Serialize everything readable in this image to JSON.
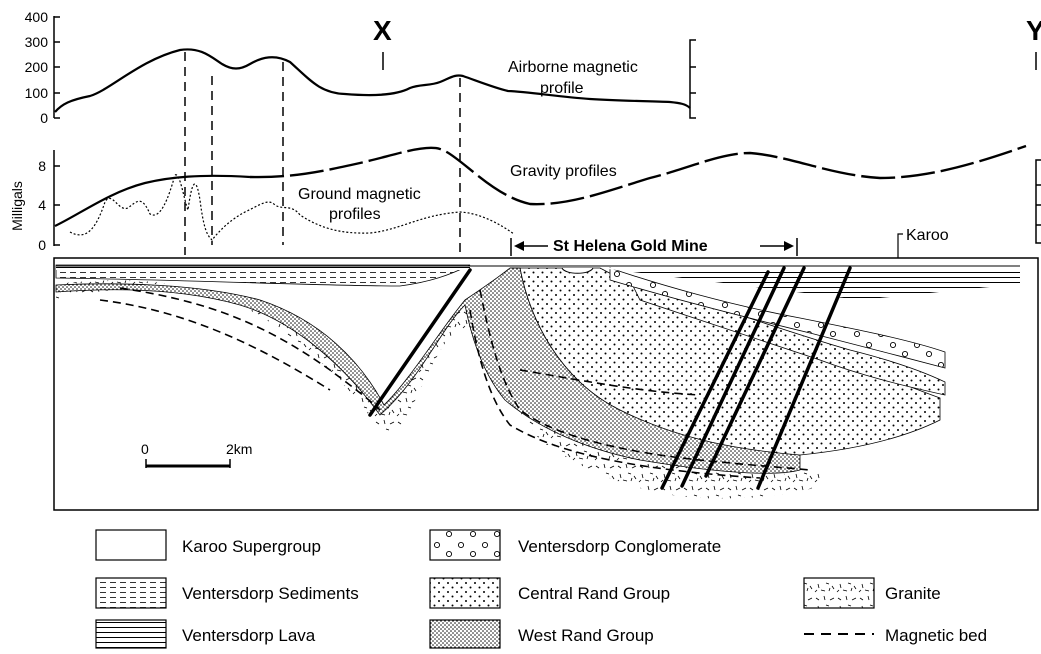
{
  "markers": {
    "x": "X",
    "y": "Y"
  },
  "magnetic_axis": {
    "ticks": [
      "400",
      "300",
      "200",
      "100",
      "0"
    ]
  },
  "gravity_axis": {
    "title": "Milligals",
    "ticks": [
      "8",
      "4",
      "0"
    ]
  },
  "labels": {
    "airborne_line1": "Airborne magnetic",
    "airborne_line2": "profile",
    "gravity": "Gravity profiles",
    "ground_line1": "Ground magnetic",
    "ground_line2": "profiles",
    "mine": "St Helena Gold Mine",
    "karoo": "Karoo"
  },
  "scale_bar": {
    "start": "0",
    "end": "2km"
  },
  "legend": [
    {
      "key": "karoo-supergroup",
      "label": "Karoo Supergroup"
    },
    {
      "key": "ventersdorp-sediments",
      "label": "Ventersdorp Sediments"
    },
    {
      "key": "ventersdorp-lava",
      "label": "Ventersdorp Lava"
    },
    {
      "key": "ventersdorp-conglomerate",
      "label": "Ventersdorp Conglomerate"
    },
    {
      "key": "central-rand-group",
      "label": "Central Rand Group"
    },
    {
      "key": "west-rand-group",
      "label": "West Rand Group"
    },
    {
      "key": "granite",
      "label": "Granite"
    },
    {
      "key": "magnetic-bed",
      "label": "Magnetic bed"
    }
  ]
}
